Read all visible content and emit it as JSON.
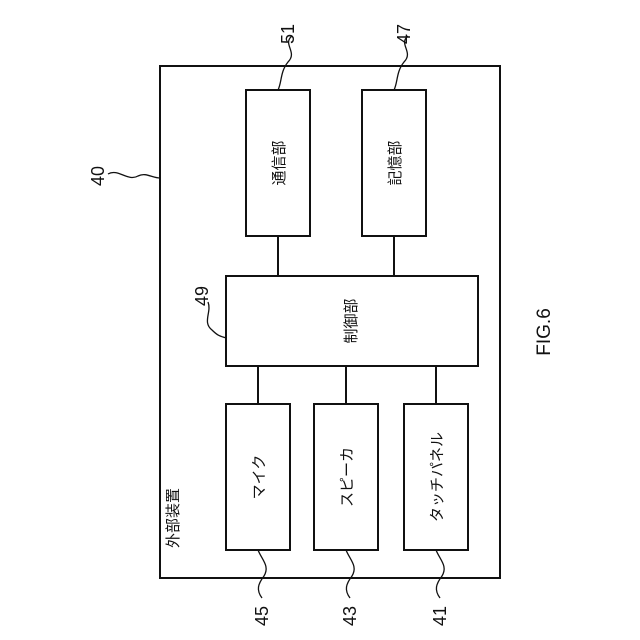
{
  "figure_label": "FIG.6",
  "device": {
    "title": "外部装置",
    "ref": "40"
  },
  "blocks": {
    "comm": {
      "label": "通信部",
      "ref": "51"
    },
    "storage": {
      "label": "記憶部",
      "ref": "47"
    },
    "control": {
      "label": "制御部",
      "ref": "49"
    },
    "mic": {
      "label": "マイク",
      "ref": "45"
    },
    "speaker": {
      "label": "スピーカ",
      "ref": "43"
    },
    "touch": {
      "label": "タッチパネル",
      "ref": "41"
    }
  }
}
